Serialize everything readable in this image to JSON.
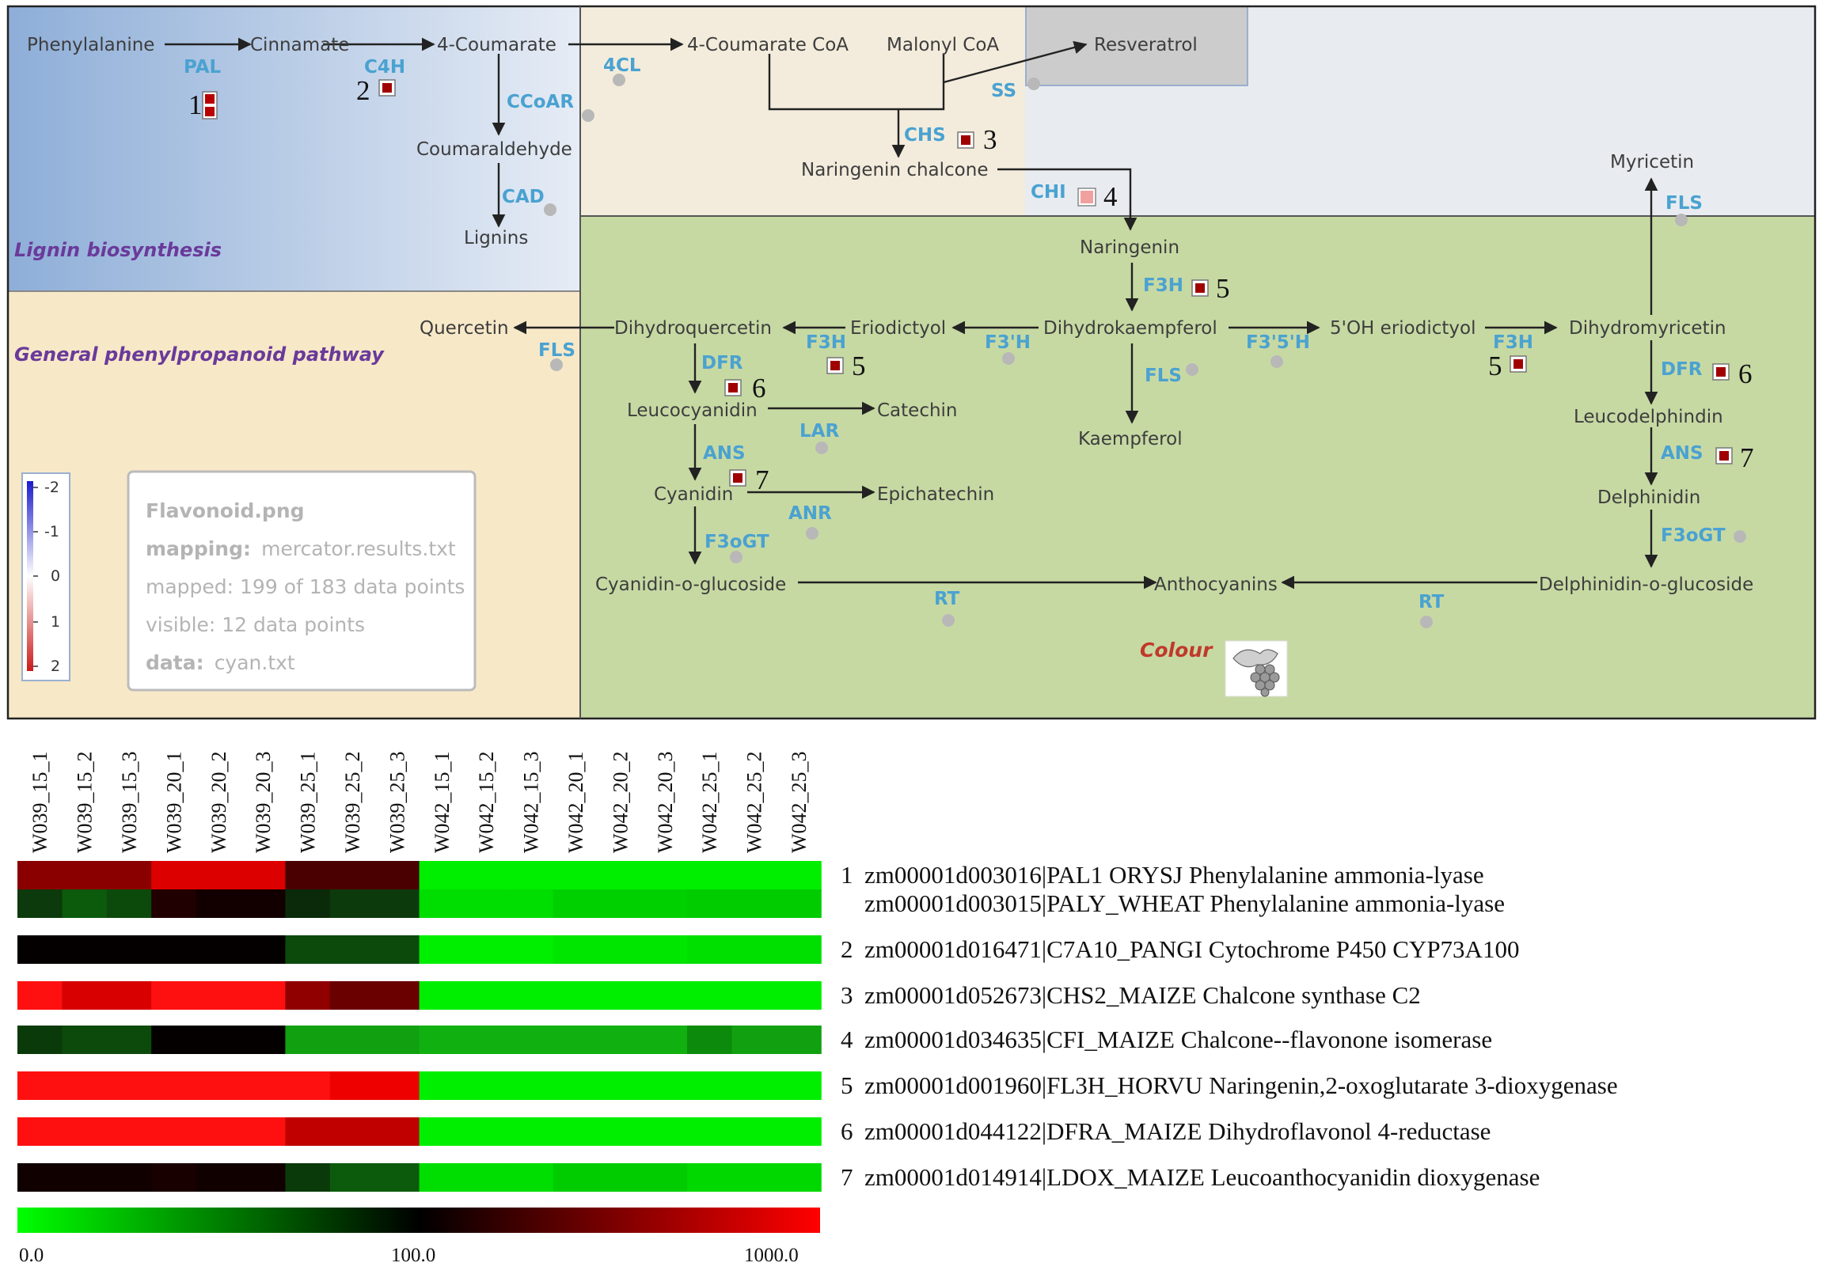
{
  "regions": {
    "lignin": "Lignin biosynthesis",
    "general": "General phenylpropanoid pathway",
    "colour": "Colour"
  },
  "metabolites": {
    "phenylalanine": "Phenylalanine",
    "cinnamate": "Cinnamate",
    "coumarate": "4-Coumarate",
    "coumarate_coa": "4-Coumarate CoA",
    "malonyl_coa": "Malonyl CoA",
    "resveratrol": "Resveratrol",
    "coumaraldehyde": "Coumaraldehyde",
    "lignins": "Lignins",
    "naringenin_chalcone": "Naringenin chalcone",
    "naringenin": "Naringenin",
    "myricetin": "Myricetin",
    "quercetin": "Quercetin",
    "dihydroquercetin": "Dihydroquercetin",
    "eriodictyol": "Eriodictyol",
    "dihydrokaempferol": "Dihydrokaempferol",
    "oh_eriodictyol": "5'OH eriodictyol",
    "dihydromyricetin": "Dihydromyricetin",
    "leucocyanidin": "Leucocyanidin",
    "catechin": "Catechin",
    "kaempferol": "Kaempferol",
    "leucodelphinidin": "Leucodelphindin",
    "cyanidin": "Cyanidin",
    "epichatechin": "Epichatechin",
    "delphinidin": "Delphinidin",
    "cyanidin_glucoside": "Cyanidin-o-glucoside",
    "anthocyanins": "Anthocyanins",
    "delphinidin_glucoside": "Delphinidin-o-glucoside"
  },
  "enzymes": {
    "pal": "PAL",
    "c4h": "C4H",
    "ccoar": "CCoAR",
    "cad": "CAD",
    "cl4": "4CL",
    "ss": "SS",
    "chs": "CHS",
    "chi": "CHI",
    "fls_myr": "FLS",
    "f3h_mid": "F3H",
    "fls_q": "FLS",
    "f3h_left": "F3H",
    "f3ph": "F3'H",
    "f35h": "F3'5'H",
    "f3h_right": "F3H",
    "fls_k": "FLS",
    "dfr_left": "DFR",
    "lar": "LAR",
    "dfr_right": "DFR",
    "ans_left": "ANS",
    "ans_right": "ANS",
    "anr": "ANR",
    "f3ogt_left": "F3oGT",
    "f3ogt_right": "F3oGT",
    "rt_left": "RT",
    "rt_right": "RT"
  },
  "markers": {
    "m1": "1",
    "m2": "2",
    "m3": "3",
    "m4": "4",
    "m5a": "5",
    "m5b": "5",
    "m5c": "5",
    "m6a": "6",
    "m6b": "6",
    "m7a": "7",
    "m7b": "7"
  },
  "map_legend": {
    "ticks": [
      "-2",
      "-1",
      "0",
      "1",
      "2"
    ]
  },
  "info_box": {
    "filename": "Flavonoid.png",
    "mapping_label": "mapping:",
    "mapping_value": "mercator.results.txt",
    "mapped": "mapped: 199 of 183 data points",
    "visible": "visible: 12 data points",
    "data_label": "data:",
    "data_value": "cyan.txt"
  },
  "heatmap": {
    "columns": [
      "W039_15_1",
      "W039_15_2",
      "W039_15_3",
      "W039_20_1",
      "W039_20_2",
      "W039_20_3",
      "W039_25_1",
      "W039_25_2",
      "W039_25_3",
      "W042_15_1",
      "W042_15_2",
      "W042_15_3",
      "W042_20_1",
      "W042_20_2",
      "W042_20_3",
      "W042_25_1",
      "W042_25_2",
      "W042_25_3"
    ],
    "scale_labels": [
      "0.0",
      "100.0",
      "1000.0"
    ],
    "colors": {
      "low": "#00ff00",
      "mid": "#000000",
      "high": "#ff0000"
    },
    "rows": [
      {
        "cells": [
          "#8a0000",
          "#8a0000",
          "#8a0000",
          "#dc0000",
          "#dc0000",
          "#dc0000",
          "#4a0000",
          "#4a0000",
          "#4a0000",
          "#00ee00",
          "#00ee00",
          "#00ee00",
          "#00ee00",
          "#00ee00",
          "#00ee00",
          "#00ee00",
          "#00ee00",
          "#00ee00"
        ]
      },
      {
        "cells": [
          "#0c3a0c",
          "#0c5a0c",
          "#0c4a0c",
          "#200000",
          "#120000",
          "#120000",
          "#0a2a0a",
          "#0c3a0c",
          "#0c3a0c",
          "#00dd00",
          "#00dd00",
          "#00dd00",
          "#00d000",
          "#00d000",
          "#00d000",
          "#00cc00",
          "#00cc00",
          "#00cc00"
        ]
      },
      {
        "cells": [
          "#050000",
          "#050000",
          "#050000",
          "#050000",
          "#050000",
          "#050000",
          "#0c4a0c",
          "#0c4a0c",
          "#0c4a0c",
          "#00ee00",
          "#00ee00",
          "#00ee00",
          "#00e600",
          "#00e600",
          "#00e600",
          "#00e000",
          "#00e000",
          "#00e000"
        ]
      },
      {
        "cells": [
          "#ff1010",
          "#d80000",
          "#d80000",
          "#ff1010",
          "#ff1010",
          "#ff1010",
          "#900000",
          "#6a0000",
          "#6a0000",
          "#00ee00",
          "#00ee00",
          "#00ee00",
          "#00ee00",
          "#00ee00",
          "#00ee00",
          "#00ee00",
          "#00ee00",
          "#00ee00"
        ]
      },
      {
        "cells": [
          "#0a3a0a",
          "#0c4a0c",
          "#0c4a0c",
          "#050000",
          "#050000",
          "#050000",
          "#10a010",
          "#10a010",
          "#10a010",
          "#10b010",
          "#10b010",
          "#10b010",
          "#10b010",
          "#10b010",
          "#10b010",
          "#0c8a0c",
          "#10a010",
          "#10a010"
        ]
      },
      {
        "cells": [
          "#ff1010",
          "#ff1010",
          "#ff1010",
          "#ff1010",
          "#ff1010",
          "#ff1010",
          "#ff1010",
          "#ee0000",
          "#ee0000",
          "#00ee00",
          "#00ee00",
          "#00ee00",
          "#00ee00",
          "#00ee00",
          "#00ee00",
          "#00ee00",
          "#00ee00",
          "#00ee00"
        ]
      },
      {
        "cells": [
          "#ff1010",
          "#ff1010",
          "#ff1010",
          "#ff1010",
          "#ff1010",
          "#ff1010",
          "#c00000",
          "#c00000",
          "#c00000",
          "#00ee00",
          "#00ee00",
          "#00ee00",
          "#00ee00",
          "#00ee00",
          "#00ee00",
          "#00ee00",
          "#00ee00",
          "#00ee00"
        ]
      },
      {
        "cells": [
          "#100000",
          "#100000",
          "#100000",
          "#180000",
          "#100000",
          "#100000",
          "#0a3a0a",
          "#0c5a0c",
          "#0c5a0c",
          "#00dd00",
          "#00dd00",
          "#00dd00",
          "#00cc00",
          "#00cc00",
          "#00cc00",
          "#00d800",
          "#00d800",
          "#00d800"
        ]
      }
    ]
  },
  "genes": [
    {
      "num": "1",
      "text": "zm00001d003016|PAL1  ORYSJ Phenylalanine ammonia-lyase"
    },
    {
      "num": "",
      "text": "zm00001d003015|PALY_WHEAT Phenylalanine ammonia-lyase"
    },
    {
      "num": "2",
      "text": "zm00001d016471|C7A10_PANGI Cytochrome P450 CYP73A100"
    },
    {
      "num": "3",
      "text": "zm00001d052673|CHS2_MAIZE Chalcone synthase C2"
    },
    {
      "num": "4",
      "text": "zm00001d034635|CFI_MAIZE Chalcone--flavonone isomerase"
    },
    {
      "num": "5",
      "text": "zm00001d001960|FL3H_HORVU Naringenin,2-oxoglutarate 3-dioxygenase"
    },
    {
      "num": "6",
      "text": "zm00001d044122|DFRA_MAIZE Dihydroflavonol 4-reductase"
    },
    {
      "num": "7",
      "text": "zm00001d014914|LDOX_MAIZE Leucoanthocyanidin dioxygenase"
    }
  ]
}
